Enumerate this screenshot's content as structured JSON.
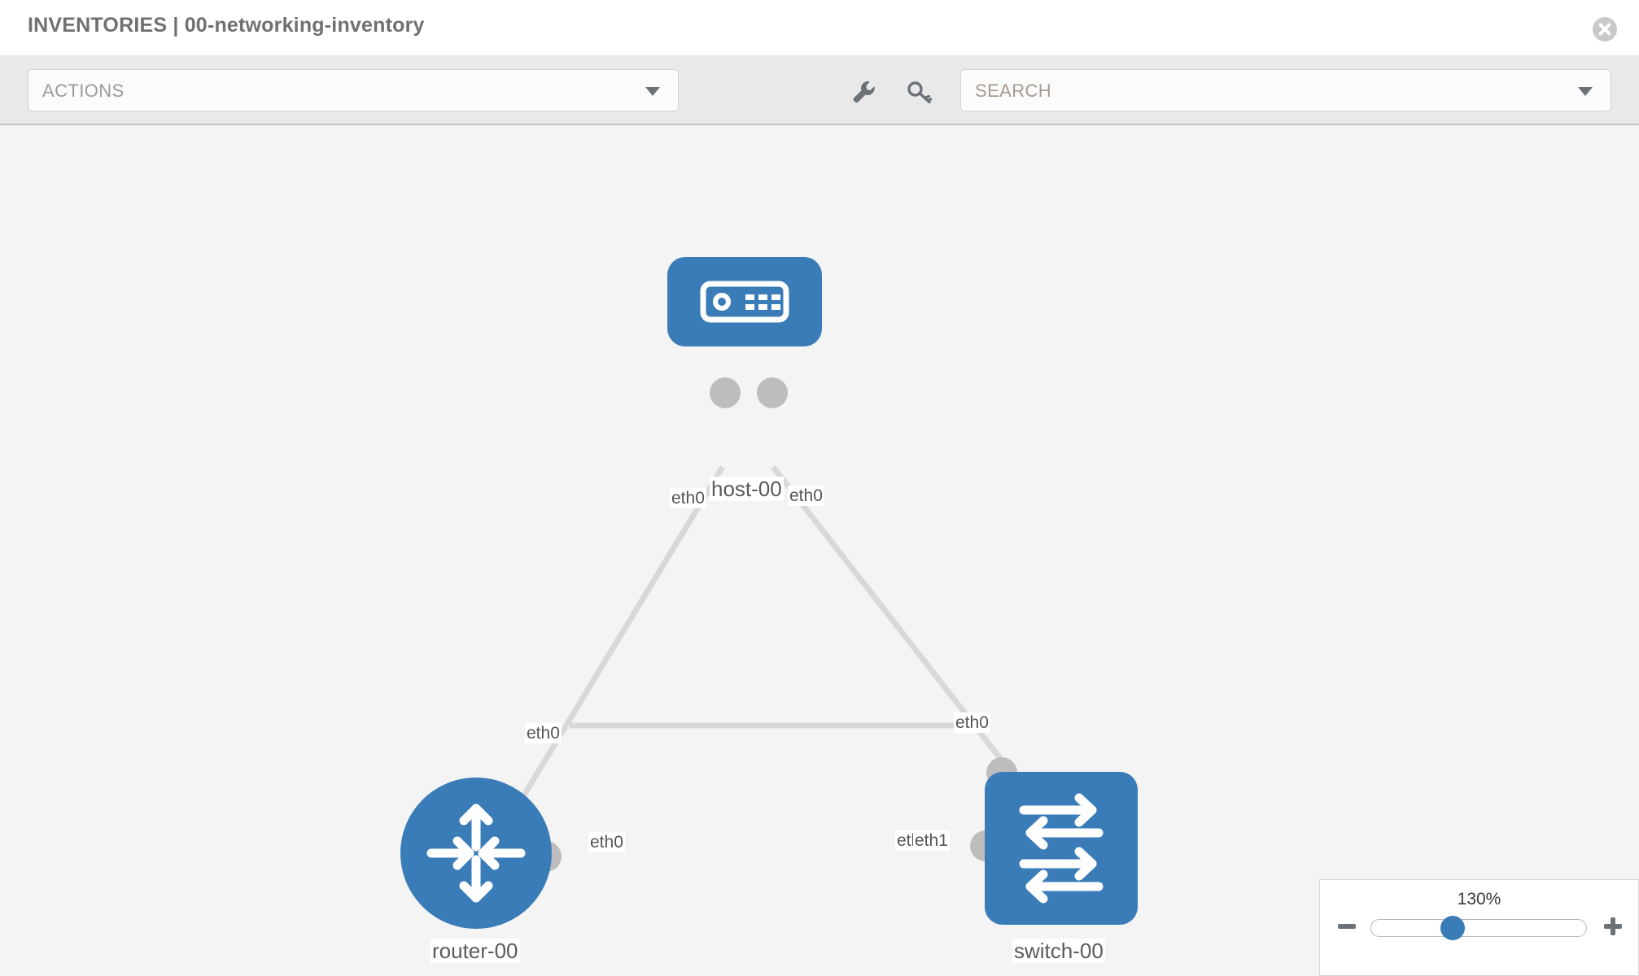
{
  "header": {
    "title": "INVENTORIES | 00-networking-inventory",
    "close_icon": "close-circle-icon"
  },
  "toolbar": {
    "actions_label": "ACTIONS",
    "actions_caret": "chevron-down-icon",
    "wrench_icon": "wrench-icon",
    "key_icon": "key-icon",
    "search_placeholder": "SEARCH",
    "search_caret": "chevron-down-icon"
  },
  "topology": {
    "accent_color": "#3a7cb8",
    "port_color": "#bdbdbd",
    "link_color": "#d8d8d8",
    "nodes": [
      {
        "id": "host",
        "label": "host-00",
        "icon": "server-icon",
        "shape": "rounded-square"
      },
      {
        "id": "router",
        "label": "router-00",
        "icon": "router-arrows-icon",
        "shape": "circle"
      },
      {
        "id": "switch",
        "label": "switch-00",
        "icon": "switch-arrows-icon",
        "shape": "rounded-square"
      }
    ],
    "interface_labels": {
      "host_left": "eth0",
      "host_right": "eth0",
      "router_up": "eth0",
      "switch_up": "eth0",
      "router_right": "eth0",
      "switch_left_under": "eth0",
      "switch_left_over": "eth1"
    }
  },
  "zoom": {
    "percent": "130%",
    "minus_icon": "minus-icon",
    "plus_icon": "plus-icon"
  }
}
